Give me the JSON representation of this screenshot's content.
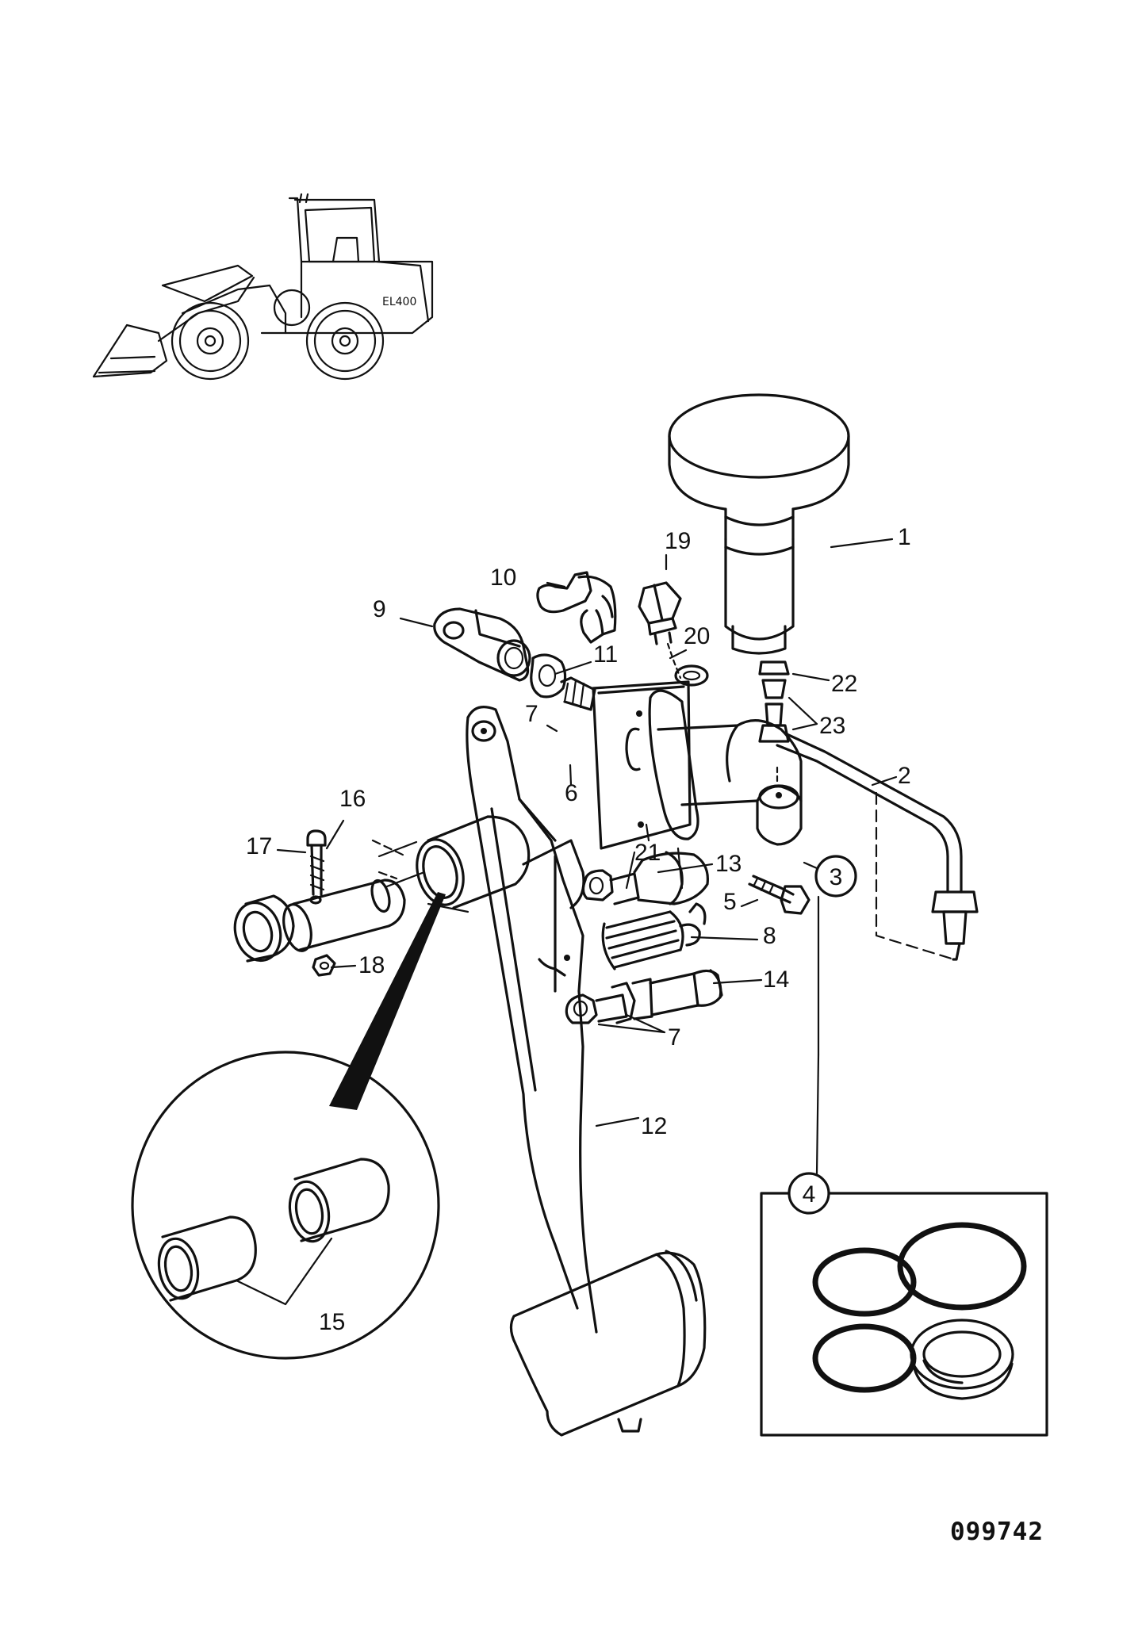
{
  "labels": {
    "p1": "1",
    "p2": "2",
    "p3": "3",
    "p4": "4",
    "p5": "5",
    "p6": "6",
    "p7a": "7",
    "p7b": "7",
    "p8": "8",
    "p9": "9",
    "p10": "10",
    "p11": "11",
    "p12": "12",
    "p13": "13",
    "p14": "14",
    "p15": "15",
    "p16": "16",
    "p17": "17",
    "p18": "18",
    "p19": "19",
    "p20": "20",
    "p21": "21",
    "p22": "22",
    "p23": "23"
  },
  "machine_badge": "EL400",
  "drawing_number": "099742"
}
